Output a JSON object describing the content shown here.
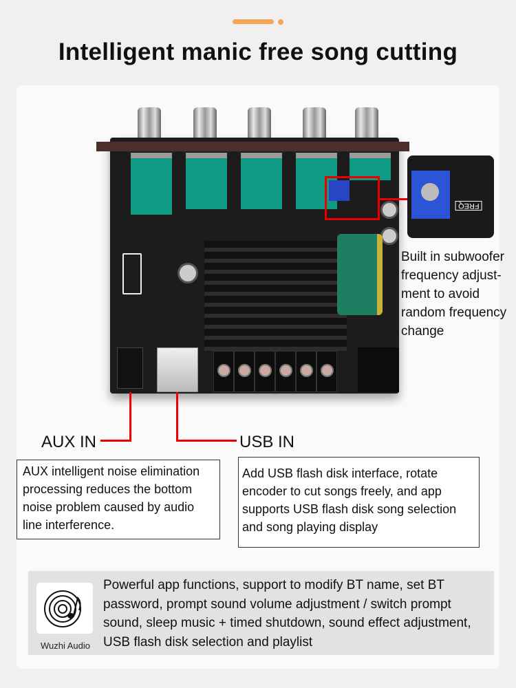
{
  "header": {
    "title": "Intelligent manic free song cutting"
  },
  "subwoofer_note": {
    "text": "Built in subwoofer frequency adjust-ment to avoid random frequency change"
  },
  "callouts": {
    "aux": {
      "label": "AUX IN",
      "description": "AUX intelligent noise elimination processing reduces the bottom noise problem caused by audio line interference."
    },
    "usb": {
      "label": "USB IN",
      "description": "Add USB flash disk interface, rotate encoder to cut songs freely, and app supports USB flash disk song selection and song playing display"
    }
  },
  "app": {
    "name": "Wuzhi Audio",
    "description": "Powerful app functions, support to modify BT name, set BT password, prompt sound volume adjustment / switch prompt sound, sleep music + timed shutdown, sound effect adjustment,  USB flash disk selection and playlist",
    "icon": "vinyl-music-note-icon"
  },
  "colors": {
    "accent": "#f5a55a",
    "callout_line": "#ee0000"
  }
}
